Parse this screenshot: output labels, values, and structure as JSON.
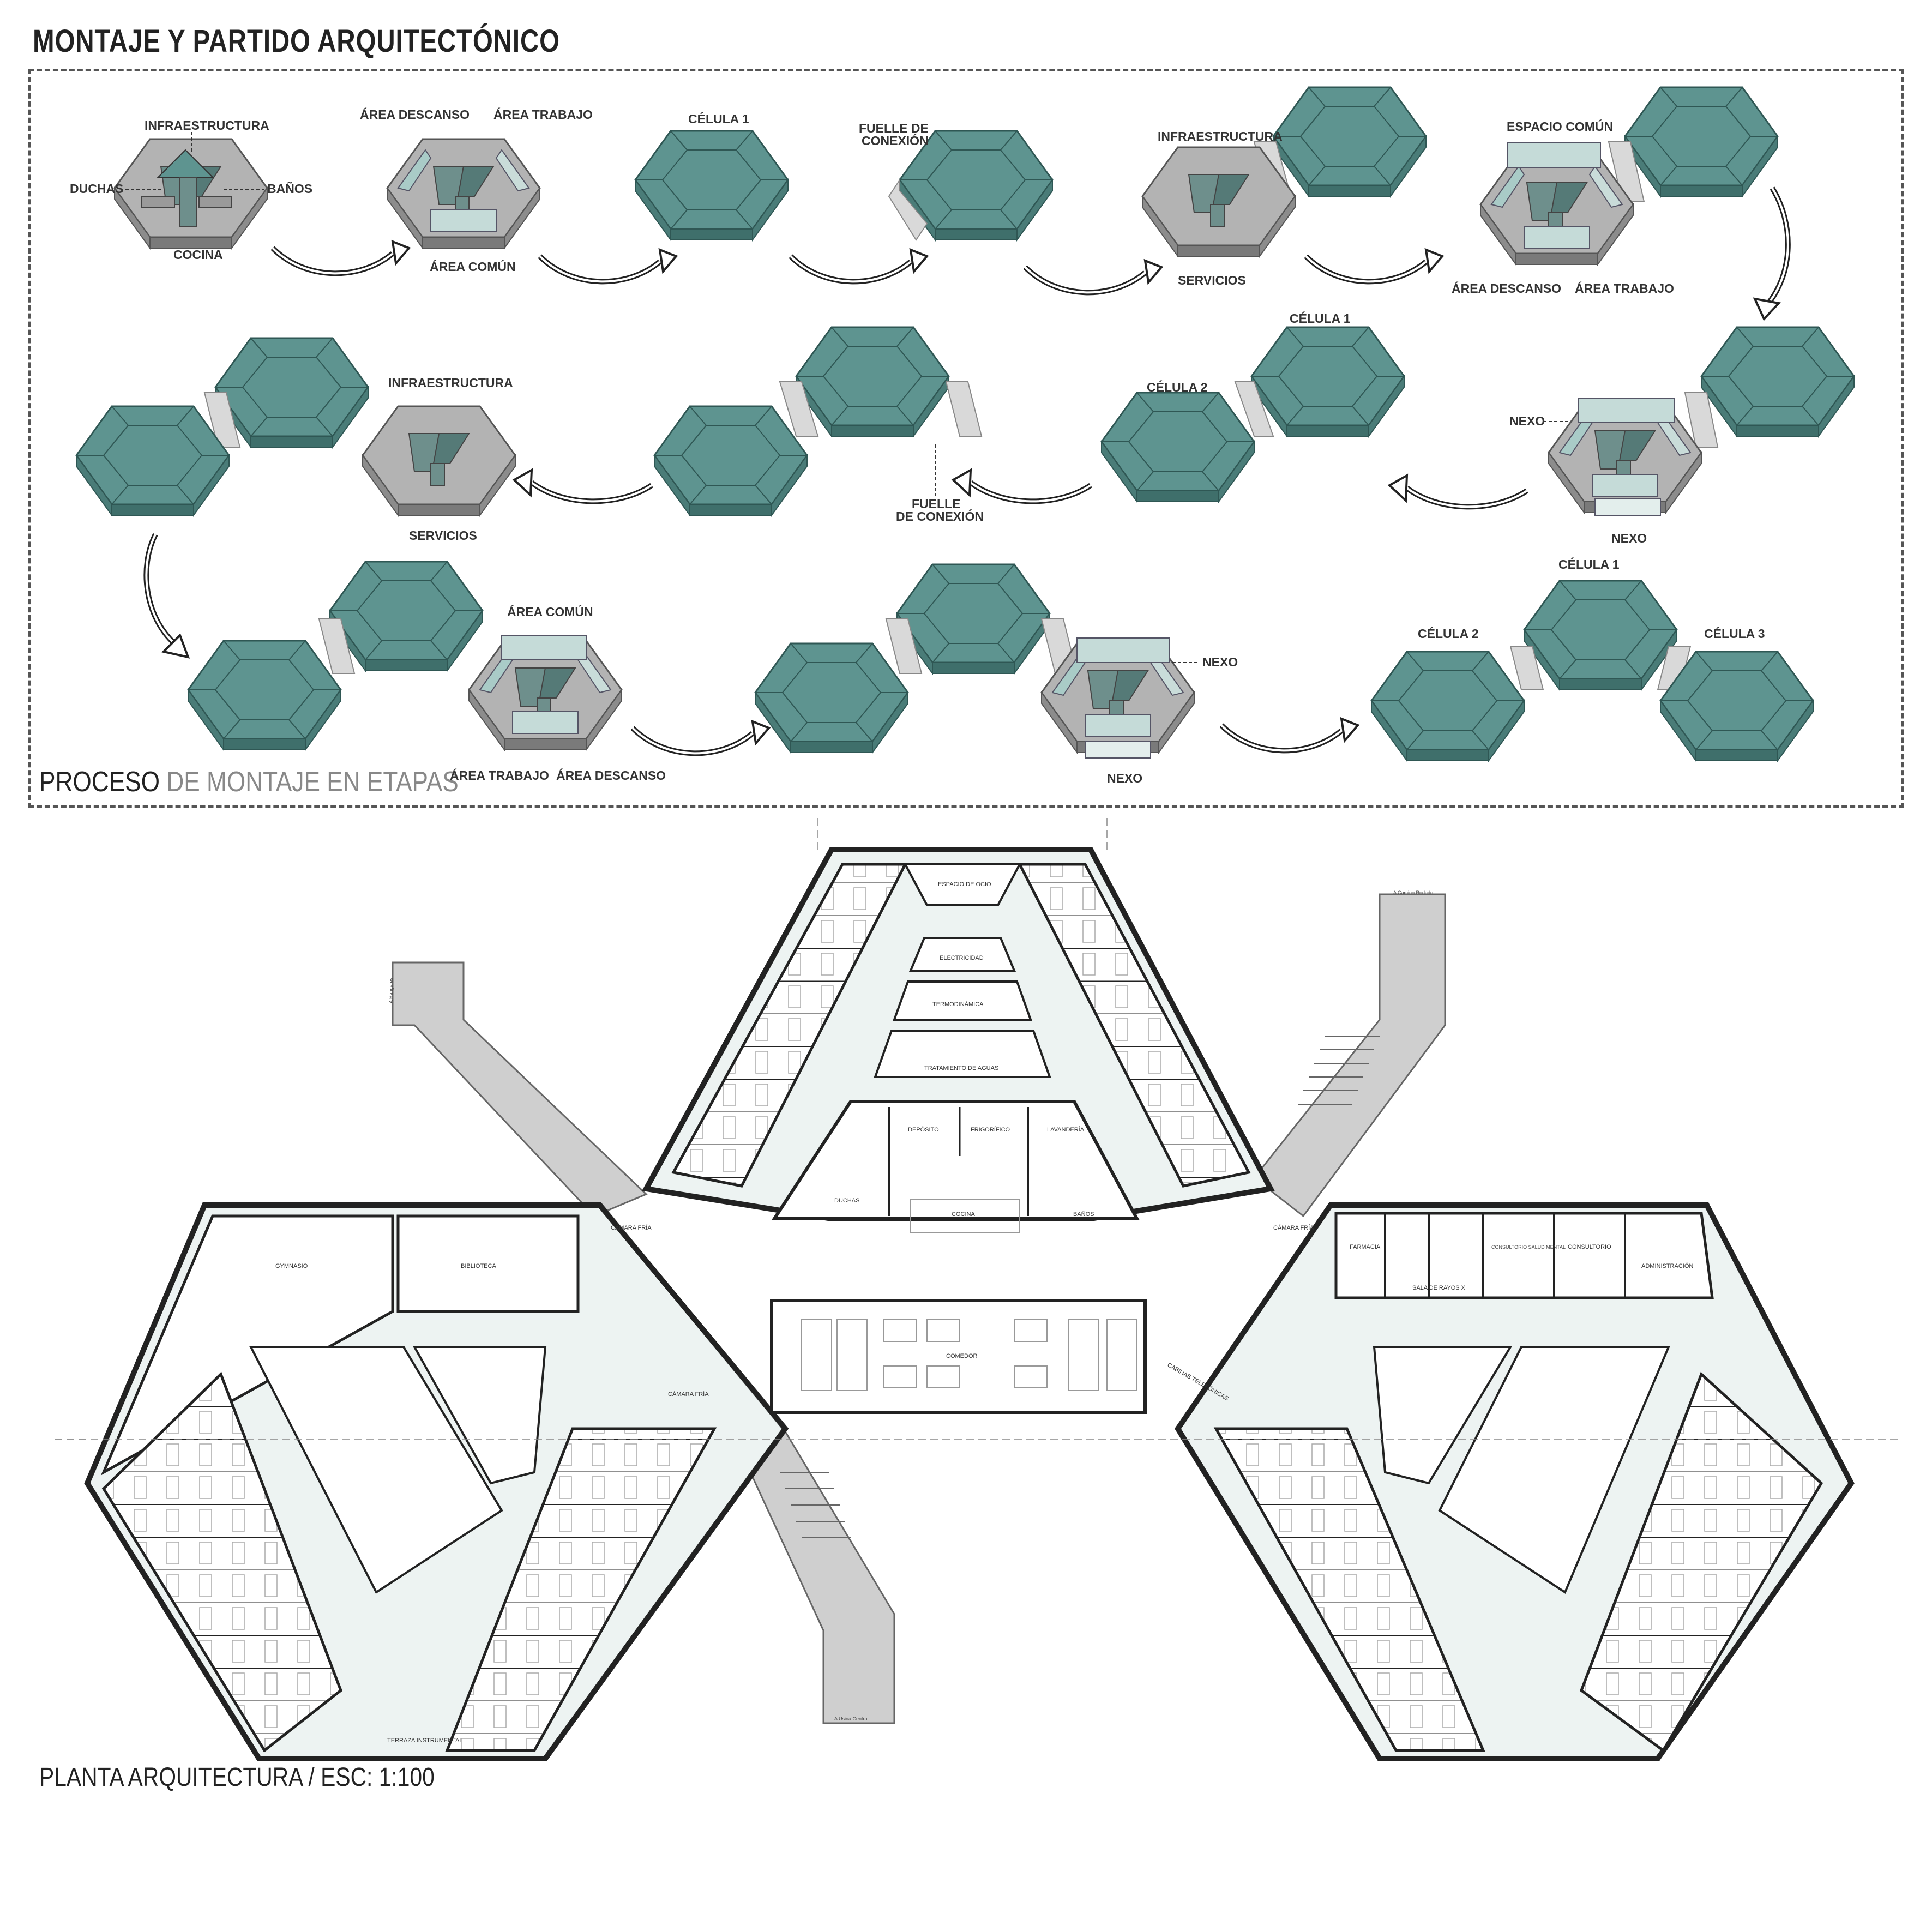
{
  "header": {
    "title": "MONTAJE Y PARTIDO ARQUITECTÓNICO"
  },
  "process": {
    "caption_strong": "PROCESO",
    "caption_dim": "DE MONTAJE EN ETAPAS",
    "labels": {
      "infraestructura": "INFRAESTRUCTURA",
      "duchas": "DUCHAS",
      "banos": "BAÑOS",
      "cocina": "COCINA",
      "area_descanso": "ÁREA DESCANSO",
      "area_trabajo": "ÁREA TRABAJO",
      "area_comun": "ÁREA COMÚN",
      "celula_1": "CÉLULA 1",
      "celula_2": "CÉLULA 2",
      "celula_3": "CÉLULA 3",
      "fuelle_1": "FUELLE DE",
      "fuelle_2": "CONEXIÓN",
      "fuelle_b1": "FUELLE",
      "fuelle_b2": "DE CONEXIÓN",
      "servicios": "SERVICIOS",
      "espacio_comun": "ESPACIO COMÚN",
      "nexo": "NEXO"
    },
    "colors": {
      "teal": "#5e9490",
      "teal_dark": "#3f6f6b",
      "teal_light": "#a9cbc7",
      "grey_base": "#b3b3b3",
      "grey_dark": "#8c8c8c",
      "connector": "#d9d9d9"
    }
  },
  "plan": {
    "caption": "PLANTA ARQUITECTURA / ESC: 1:100",
    "rooms": {
      "espacio_ocio": "ESPACIO DE OCIO",
      "electricidad": "ELECTRICIDAD",
      "termodinamica": "TERMODINÁMICA",
      "tratamiento_aguas": "TRATAMIENTO DE AGUAS",
      "deposito": "DEPÓSITO",
      "frigorifico": "FRIGORÍFICO",
      "lavanderia": "LAVANDERÍA",
      "duchas": "DUCHAS",
      "cocina": "COCINA",
      "banos": "BAÑOS",
      "camara_fria": "CÁMARA FRÍA",
      "gymnasio": "GYMNASIO",
      "biblioteca": "BIBLIOTECA",
      "comedor": "COMEDOR",
      "farmacia": "FARMACIA",
      "sala_rayos_x": "SALA DE RAYOS X",
      "consultorio_salud_mental": "CONSULTORIO SALUD MENTAL",
      "consultorio": "CONSULTORIO",
      "administracion": "ADMINISTRACIÓN",
      "cabinas_telefonicas": "CABINAS TELEFÓNICAS",
      "terraza_instrumental": "TERRAZA INSTRUMENTAL",
      "a_hangares": "A Hangares",
      "a_camino_rodado": "A Camino Rodado",
      "a_usina_central": "A Usina Central"
    },
    "colors": {
      "corridor": "#edf3f2",
      "wall": "#222222",
      "ramp": "#cfcfcf",
      "line": "#666666"
    }
  }
}
